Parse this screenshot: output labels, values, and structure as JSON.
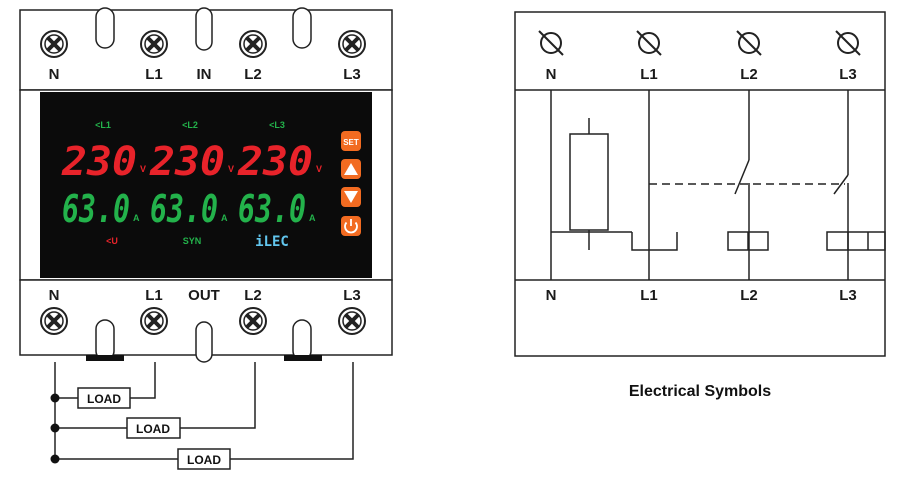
{
  "device": {
    "top_terminals": [
      "N",
      "L1",
      "IN",
      "L2",
      "L3"
    ],
    "bottom_terminals": [
      "N",
      "L1",
      "OUT",
      "L2",
      "L3"
    ],
    "display": {
      "phase_labels": [
        "<L1",
        "<L2",
        "<L3"
      ],
      "voltages": [
        "230",
        "230",
        "230"
      ],
      "voltage_unit": "V",
      "currents": [
        "63.0",
        "63.0",
        "63.0"
      ],
      "current_unit": "A",
      "status_labels": [
        "<U",
        "SYN"
      ],
      "brand": "iLEC"
    },
    "buttons": {
      "set": "SET",
      "up": "up-arrow-icon",
      "down": "down-arrow-icon",
      "power": "power-icon"
    },
    "loads": [
      "LOAD",
      "LOAD",
      "LOAD"
    ]
  },
  "symbols": {
    "top_terminals": [
      "N",
      "L1",
      "L2",
      "L3"
    ],
    "bottom_terminals": [
      "N",
      "L1",
      "L2",
      "L3"
    ],
    "caption": "Electrical Symbols"
  },
  "colors": {
    "display_bg": "#0b0b0b",
    "voltage_red": "#e8232a",
    "current_green": "#23b24b",
    "label_green": "#23b24b",
    "button_orange": "#f26b21",
    "brand_blue": "#62c6ee"
  }
}
